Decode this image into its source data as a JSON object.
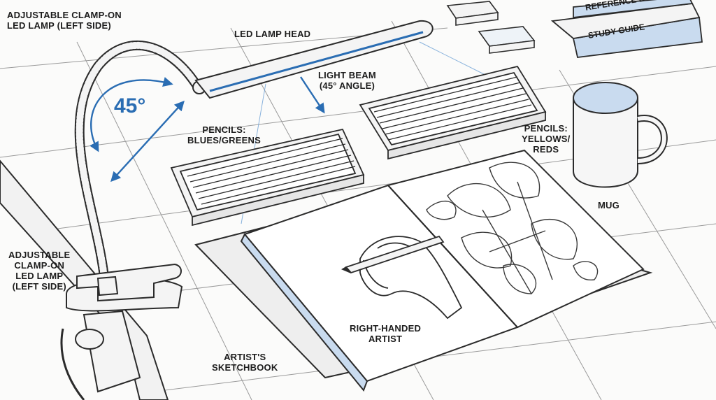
{
  "labels": {
    "lamp_top": [
      "ADJUSTABLE CLAMP-ON",
      "LED LAMP (LEFT SIDE)"
    ],
    "lamp_head": "LED LAMP HEAD",
    "light_beam": [
      "LIGHT BEAM",
      "(45° ANGLE)"
    ],
    "angle": "45°",
    "pencils_blue": [
      "PENCILS:",
      "BLUES/GREENS"
    ],
    "pencils_yellow": [
      "PENCILS:",
      "YELLOWS/",
      "REDS"
    ],
    "mug": "MUG",
    "lamp_side": [
      "ADJUSTABLE",
      "CLAMP-ON",
      "LED LAMP",
      "(LEFT SIDE)"
    ],
    "right_handed": [
      "RIGHT-HANDED",
      "ARTIST"
    ],
    "sketchbook": [
      "ARTIST'S",
      "SKETCHBOOK"
    ],
    "reference_book": "REFERENCE BOOK",
    "study_guide": "STUDY GUIDE"
  },
  "colors": {
    "line": "#2b2b2b",
    "accent_blue": "#2a6db3",
    "light_blue": "#c9dbef",
    "paper": "#fbfbfa"
  },
  "icons": [
    "lamp-icon",
    "pencil-icon",
    "mug-icon",
    "hand-icon",
    "eraser-icon",
    "flower-icon"
  ]
}
